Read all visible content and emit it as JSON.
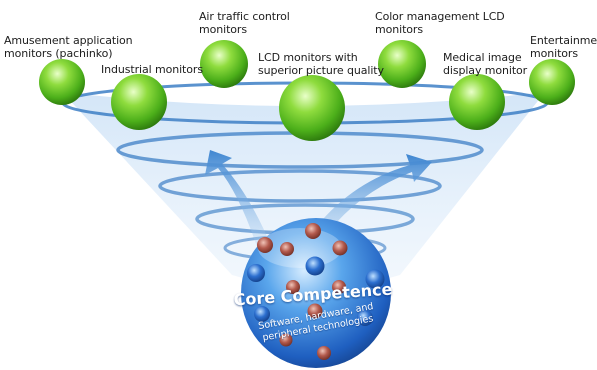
{
  "labels": {
    "amusement": "Amusement application\nmonitors (pachinko)",
    "industrial": "Industrial monitors",
    "air_traffic": "Air traffic control\nmonitors",
    "lcd_quality": "LCD monitors with\nsuperior picture quality",
    "color_mgmt": "Color management LCD\nmonitors",
    "medical": "Medical image\ndisplay monitor",
    "entertainment": "Entertainment\nmonitors"
  },
  "core": {
    "title": "Core Competence",
    "subtitle": "Software, hardware, and\nperipheral technologies"
  },
  "colors": {
    "green_sphere": "#4caf1a",
    "blue_core": "#2a6fd0",
    "ring_blue": "#3d7fc6",
    "red_dot": "#b35a4d"
  }
}
